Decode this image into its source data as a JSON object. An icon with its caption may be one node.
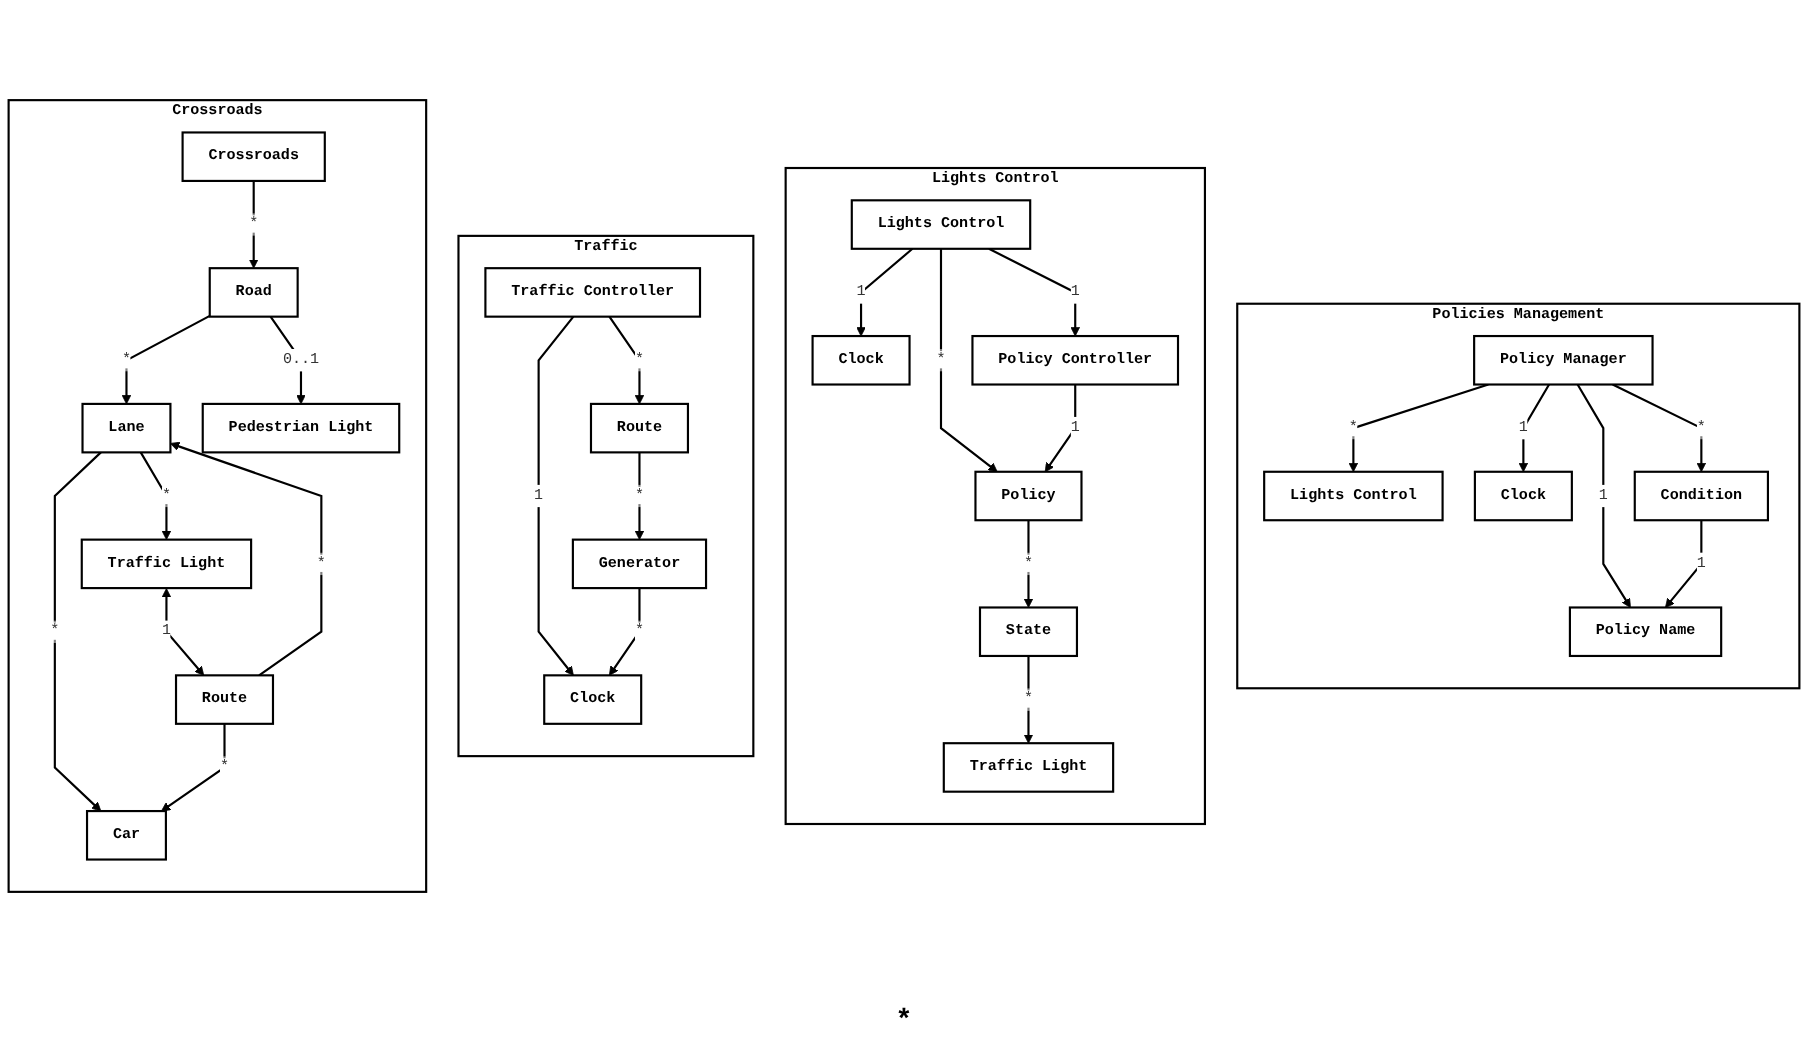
{
  "diagram": {
    "nodes": [
      {
        "text": [
          "Crossroads"
        ]
      },
      {
        "text": [
          "Crossroads"
        ],
        "in": 0
      },
      {
        "text": [
          "Car"
        ],
        "in": 0
      },
      {
        "text": [
          "Road"
        ],
        "in": 0
      },
      {
        "text": [
          "Lane"
        ],
        "in": 0
      },
      {
        "text": [
          "Route"
        ],
        "in": 0
      },
      {
        "text": [
          "Pedestrian Light"
        ],
        "in": 0
      },
      {
        "text": [
          "Traffic Light"
        ],
        "in": 0
      },
      {
        "text": [
          "Traffic"
        ]
      },
      {
        "text": [
          "Clock"
        ],
        "in": 8
      },
      {
        "text": [
          "Traffic Controller"
        ],
        "in": 8
      },
      {
        "text": [
          "Route"
        ],
        "in": 8
      },
      {
        "text": [
          "Generator"
        ],
        "in": 8
      },
      {
        "text": [
          "Lights Control"
        ]
      },
      {
        "text": [
          "Lights Control"
        ],
        "in": 13
      },
      {
        "text": [
          "Clock"
        ],
        "in": 13
      },
      {
        "text": [
          "Policy"
        ],
        "in": 13
      },
      {
        "text": [
          "Policy Controller"
        ],
        "in": 13
      },
      {
        "text": [
          "State"
        ],
        "in": 13
      },
      {
        "text": [
          "Traffic Light"
        ],
        "in": 13
      },
      {
        "text": [
          "Policies Management"
        ]
      },
      {
        "text": [
          "Lights Control"
        ],
        "in": 20
      },
      {
        "text": [
          "Clock"
        ],
        "in": 20
      },
      {
        "text": [
          "Condition"
        ],
        "in": 20
      },
      {
        "text": [
          "Policy Manager"
        ],
        "in": 20
      },
      {
        "text": [
          "Policy Name"
        ],
        "in": 20
      }
    ],
    "edges": [
      {
        "from": 1,
        "to": 3,
        "arrow": "to",
        "label": "*"
      },
      {
        "from": 3,
        "to": 4,
        "arrow": "to",
        "label": "*"
      },
      {
        "from": 4,
        "to": 2,
        "arrow": "to",
        "label": "*"
      },
      {
        "from": 5,
        "to": 2,
        "arrow": "to",
        "label": "*"
      },
      {
        "from": 5,
        "to": 4,
        "arrow": "to",
        "label": "*"
      },
      {
        "from": 3,
        "to": 6,
        "arrow": "to",
        "label": "0..1"
      },
      {
        "from": 4,
        "to": 7,
        "arrow": "to",
        "label": "*"
      },
      {
        "from": 7,
        "to": 5,
        "arrow": "both",
        "label": "1"
      },
      {
        "from": 10,
        "to": 9,
        "arrow": "to",
        "label": "1"
      },
      {
        "from": 10,
        "to": 11,
        "arrow": "to",
        "label": "*"
      },
      {
        "from": 11,
        "to": 12,
        "arrow": "to",
        "label": "*"
      },
      {
        "from": 12,
        "to": 9,
        "arrow": "to",
        "label": "*"
      },
      {
        "from": 14,
        "to": 15,
        "arrow": "to",
        "label": "1"
      },
      {
        "from": 14,
        "to": 16,
        "arrow": "to",
        "label": "*"
      },
      {
        "from": 14,
        "to": 17,
        "arrow": "to",
        "label": "1"
      },
      {
        "from": 17,
        "to": 16,
        "arrow": "to",
        "label": "1"
      },
      {
        "from": 16,
        "to": 18,
        "arrow": "to",
        "label": "*"
      },
      {
        "from": 18,
        "to": 19,
        "arrow": "to",
        "label": "*"
      },
      {
        "from": 24,
        "to": 21,
        "arrow": "to",
        "label": "*"
      },
      {
        "from": 24,
        "to": 22,
        "arrow": "to",
        "label": "1"
      },
      {
        "from": 24,
        "to": 23,
        "arrow": "to",
        "label": "*"
      },
      {
        "from": 24,
        "to": 25,
        "arrow": "to",
        "label": "1"
      },
      {
        "from": 23,
        "to": 25,
        "arrow": "to",
        "label": "1"
      }
    ],
    "labels": [
      "*"
    ]
  }
}
